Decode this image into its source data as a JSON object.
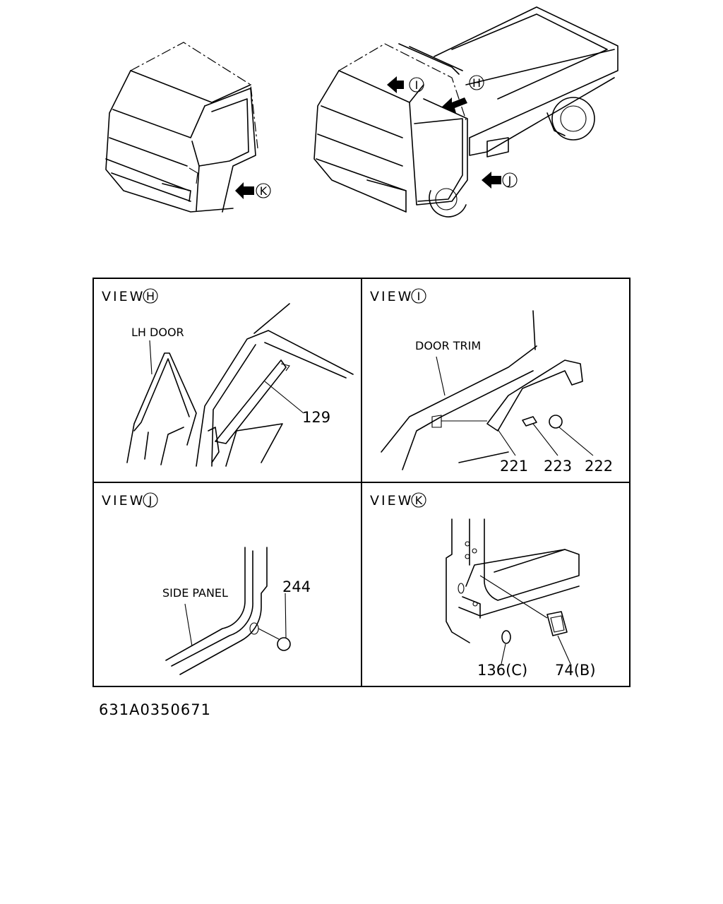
{
  "views": {
    "H": {
      "view_label": "VIEW",
      "letter": "H",
      "door_label": "LH  DOOR",
      "part": "129"
    },
    "I": {
      "view_label": "VIEW",
      "letter": "I",
      "trim_label": "DOOR TRIM",
      "parts": [
        "221",
        "223",
        "222"
      ]
    },
    "J": {
      "view_label": "VIEW",
      "letter": "J",
      "panel_label": "SIDE PANEL",
      "part": "244"
    },
    "K": {
      "view_label": "VIEW",
      "letter": "K",
      "parts": [
        "136(C)",
        "74(B)"
      ]
    }
  },
  "markers": {
    "H": "H",
    "I": "I",
    "J": "J",
    "K": "K"
  },
  "drawing_code": "631A0350671"
}
